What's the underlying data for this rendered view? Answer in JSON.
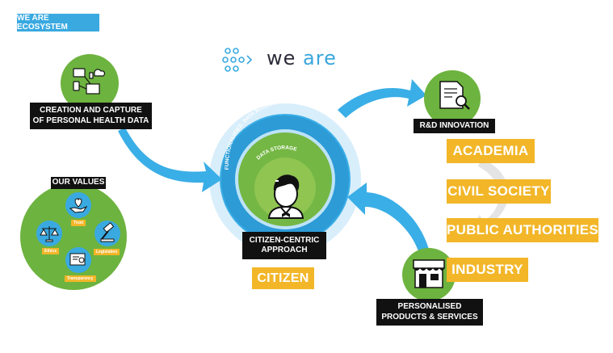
{
  "header": {
    "tag_label": "WE ARE ECOSYSTEM"
  },
  "brand": {
    "word1": "we",
    "word2": "are"
  },
  "rings": {
    "outer": "ORGANISATIONAL & DATA GOVERNANCE",
    "middle": "FUNCTIONALITIES: DATA ACCESS & COMMUNICATION",
    "inner": "DATA STORAGE"
  },
  "center": {
    "line1": "CITIZEN-CENTRIC",
    "line2": "APPROACH",
    "citizen": "CITIZEN"
  },
  "creation": {
    "line1": "CREATION AND CAPTURE",
    "line2": "OF PERSONAL HEALTH DATA"
  },
  "values": {
    "title": "OUR VALUES",
    "items": [
      "Trust",
      "Ethics",
      "Legislation",
      "Transparency"
    ]
  },
  "rd": {
    "label": "R&D INNOVATION"
  },
  "sectors": [
    "ACADEMIA",
    "CIVIL SOCIETY",
    "PUBLIC AUTHORITIES",
    "INDUSTRY"
  ],
  "products": {
    "line1": "PERSONALISED",
    "line2": "PRODUCTS & SERVICES"
  },
  "colors": {
    "green": "#6db33f",
    "blue": "#39a9e0",
    "yellow": "#f2b628",
    "dark": "#111111"
  },
  "icons": [
    "devices-icon",
    "document-search-icon",
    "shop-icon",
    "citizen-icon",
    "hand-heart-icon",
    "scales-icon",
    "gavel-icon",
    "certificate-icon"
  ]
}
